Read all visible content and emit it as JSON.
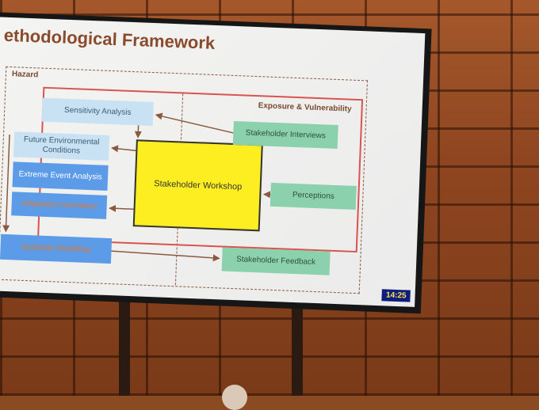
{
  "slide": {
    "title": "ethodological Framework",
    "hazard_label": "Hazard",
    "exposure_label": "Exposure & Vulnerability",
    "boxes": {
      "sensitivity": "Sensitivity Analysis",
      "future_env": "Future Environmental Conditions",
      "extreme_event": "Extreme Event Analysis",
      "adaptation": "Adaptation Scenarios",
      "hydraulic": "Hydraulic Modelling",
      "workshop": "Stakeholder Workshop",
      "interviews": "Stakeholder Interviews",
      "perceptions": "Perceptions",
      "feedback": "Stakeholder Feedback"
    },
    "clock": "14:25"
  },
  "colors": {
    "title": "#8a4b2d",
    "blue_box": "#5b9be8",
    "light_blue_box": "#c8e1f3",
    "green_box": "#8cd1ad",
    "yellow_box": "#fcee21",
    "red_frame": "#d9534f",
    "clock_bg": "#0f1e7a",
    "clock_text": "#ffe45a"
  }
}
